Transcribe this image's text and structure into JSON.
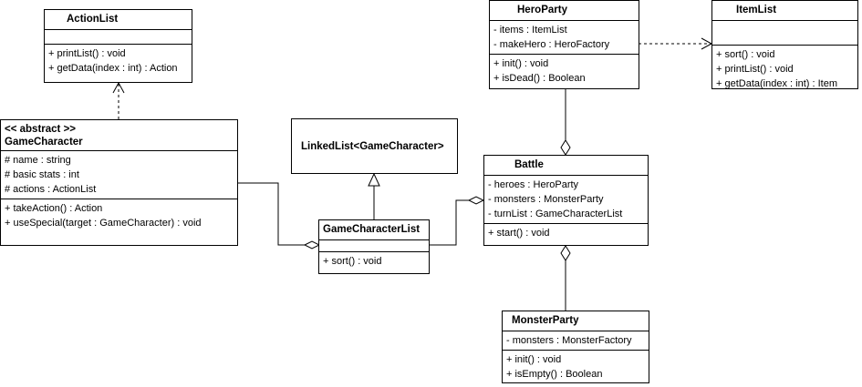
{
  "classes": {
    "actionList": {
      "name": "ActionList",
      "attributes": [],
      "operations": [
        "+ printList() : void",
        "+ getData(index : int) : Action"
      ]
    },
    "gameCharacter": {
      "stereotype": "<< abstract >>",
      "name": "GameCharacter",
      "attributes": [
        "# name : string",
        "# basic stats : int",
        "# actions : ActionList"
      ],
      "operations": [
        "+ takeAction() : Action",
        "+ useSpecial(target : GameCharacter) : void"
      ]
    },
    "linkedList": {
      "name": "LinkedList<GameCharacter>"
    },
    "gameCharacterList": {
      "name": "GameCharacterList",
      "attributes": [],
      "operations": [
        "+ sort() : void"
      ]
    },
    "heroParty": {
      "name": "HeroParty",
      "attributes": [
        "- items : ItemList",
        "- makeHero : HeroFactory"
      ],
      "operations": [
        "+ init() : void",
        "+ isDead() : Boolean"
      ]
    },
    "itemList": {
      "name": "ItemList",
      "attributes": [],
      "operations": [
        "+ sort() : void",
        "+ printList() : void",
        "+ getData(index : int) : Item"
      ]
    },
    "battle": {
      "name": "Battle",
      "attributes": [
        "- heroes : HeroParty",
        "- monsters : MonsterParty",
        "- turnList : GameCharacterList"
      ],
      "operations": [
        "+ start() : void"
      ]
    },
    "monsterParty": {
      "name": "MonsterParty",
      "attributes": [
        "- monsters : MonsterFactory"
      ],
      "operations": [
        "+ init() : void",
        "+ isEmpty() : Boolean"
      ]
    }
  }
}
